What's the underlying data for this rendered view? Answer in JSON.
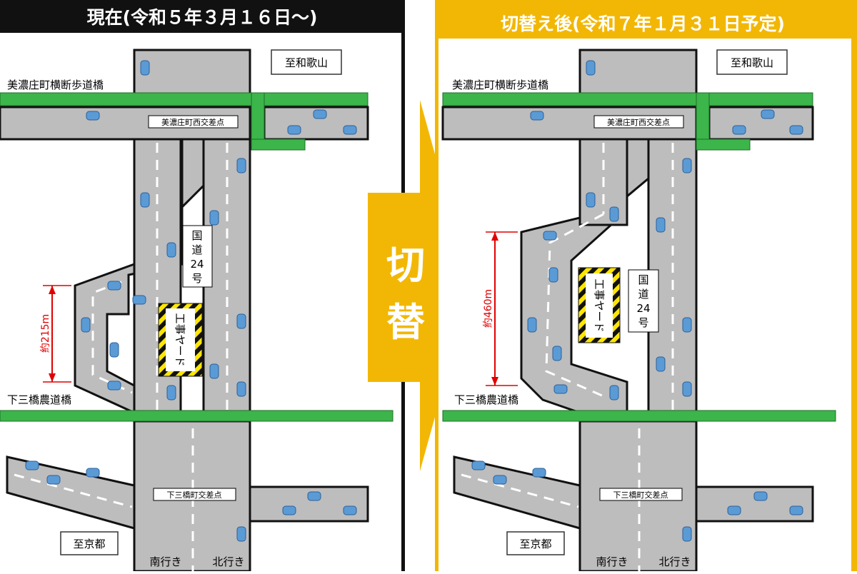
{
  "left_panel": {
    "title": "現在(令和５年３月１６日〜)",
    "to_north": "至和歌山",
    "to_south": "至京都",
    "bridge_north": "美濃庄町横断歩道橋",
    "bridge_south": "下三橋農道橋",
    "intersection_north": "美濃庄町西交差点",
    "intersection_south": "下三橋町交差点",
    "route": [
      "国",
      "道",
      "24",
      "号"
    ],
    "yard": "工事ヤード",
    "length": "約215m",
    "southbound": "南行き",
    "northbound": "北行き"
  },
  "right_panel": {
    "title": "切替え後(令和７年１月３１日予定)",
    "to_north": "至和歌山",
    "to_south": "至京都",
    "bridge_north": "美濃庄町横断歩道橋",
    "bridge_south": "下三橋農道橋",
    "intersection_north": "美濃庄町西交差点",
    "intersection_south": "下三橋町交差点",
    "route": [
      "国",
      "道",
      "24",
      "号"
    ],
    "yard": "工事ヤード",
    "length": "約460m",
    "southbound": "南行き",
    "northbound": "北行き"
  },
  "arrow": {
    "line1": "切",
    "line2": "替"
  },
  "colors": {
    "left_header": "#111111",
    "right_header": "#f2b705",
    "arrow": "#f2b705",
    "bridge": "#3cb54a",
    "road": "#bdbdbd",
    "car": "#5b9bd5",
    "dimension": "#e00000"
  }
}
